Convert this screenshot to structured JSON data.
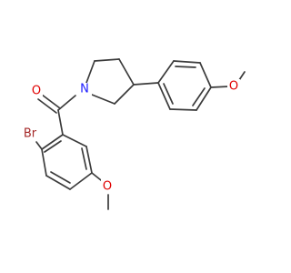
{
  "molecule": {
    "colors": {
      "bond": "#3b3b3b",
      "carbon_label": "#3b3b3b",
      "O": "#e00000",
      "N": "#2020ff",
      "Br": "#a52a2a",
      "background": "#ffffff"
    },
    "atom_labels": {
      "carbonyl_oxygen": "O",
      "pyrrolidine_nitrogen": "N",
      "bromine": "Br",
      "bromophenyl_methoxy_oxygen": "O",
      "methoxyphenyl_methoxy_oxygen": "O"
    }
  }
}
